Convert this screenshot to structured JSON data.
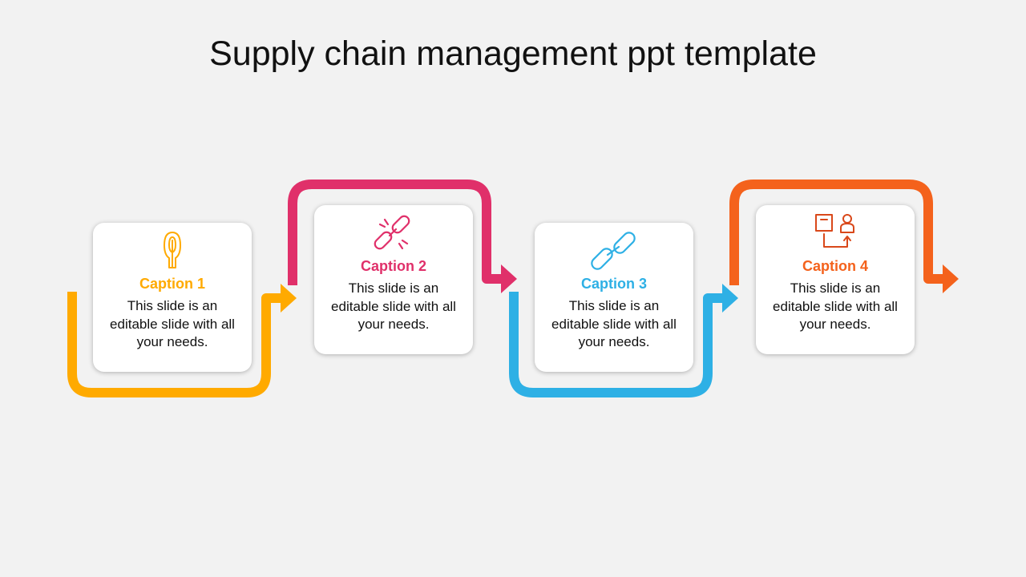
{
  "title": "Supply chain management ppt template",
  "steps": [
    {
      "caption": "Caption 1",
      "text": "This slide is an editable slide with all your needs.",
      "color": "#FFAA00",
      "icon": "hand-pointer-icon"
    },
    {
      "caption": "Caption 2",
      "text": "This slide is an editable slide with all your needs.",
      "color": "#E0306A",
      "icon": "broken-link-icon"
    },
    {
      "caption": "Caption 3",
      "text": "This slide is an editable slide with all your needs.",
      "color": "#2EB0E5",
      "icon": "chain-link-icon"
    },
    {
      "caption": "Caption 4",
      "text": "This slide is an editable slide with all your needs.",
      "color": "#F4621C",
      "icon": "package-delivery-icon"
    }
  ]
}
